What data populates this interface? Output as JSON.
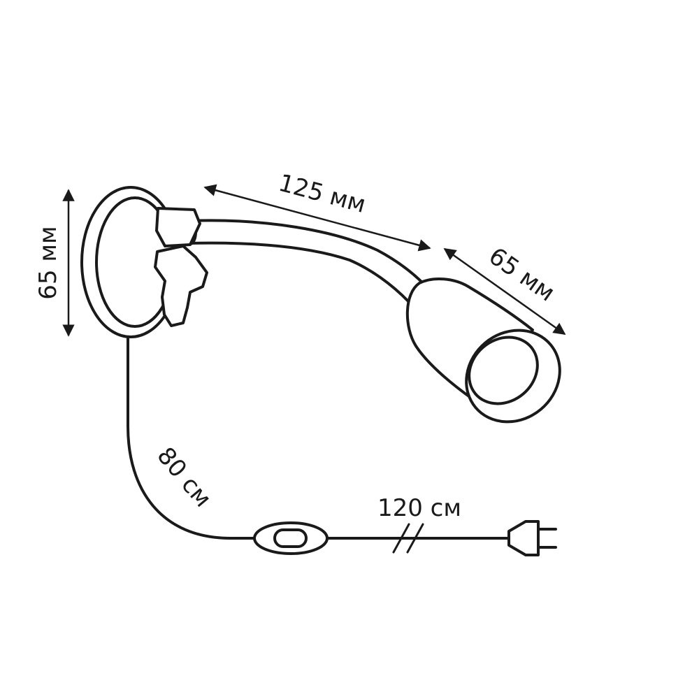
{
  "dimensions": {
    "base_height": "65 мм",
    "arm_length": "125 мм",
    "head_diameter": "65 мм",
    "cable_to_switch": "80 см",
    "cable_to_plug": "120 см"
  },
  "colors": {
    "line": "#1a1a1a",
    "background": "#ffffff"
  }
}
